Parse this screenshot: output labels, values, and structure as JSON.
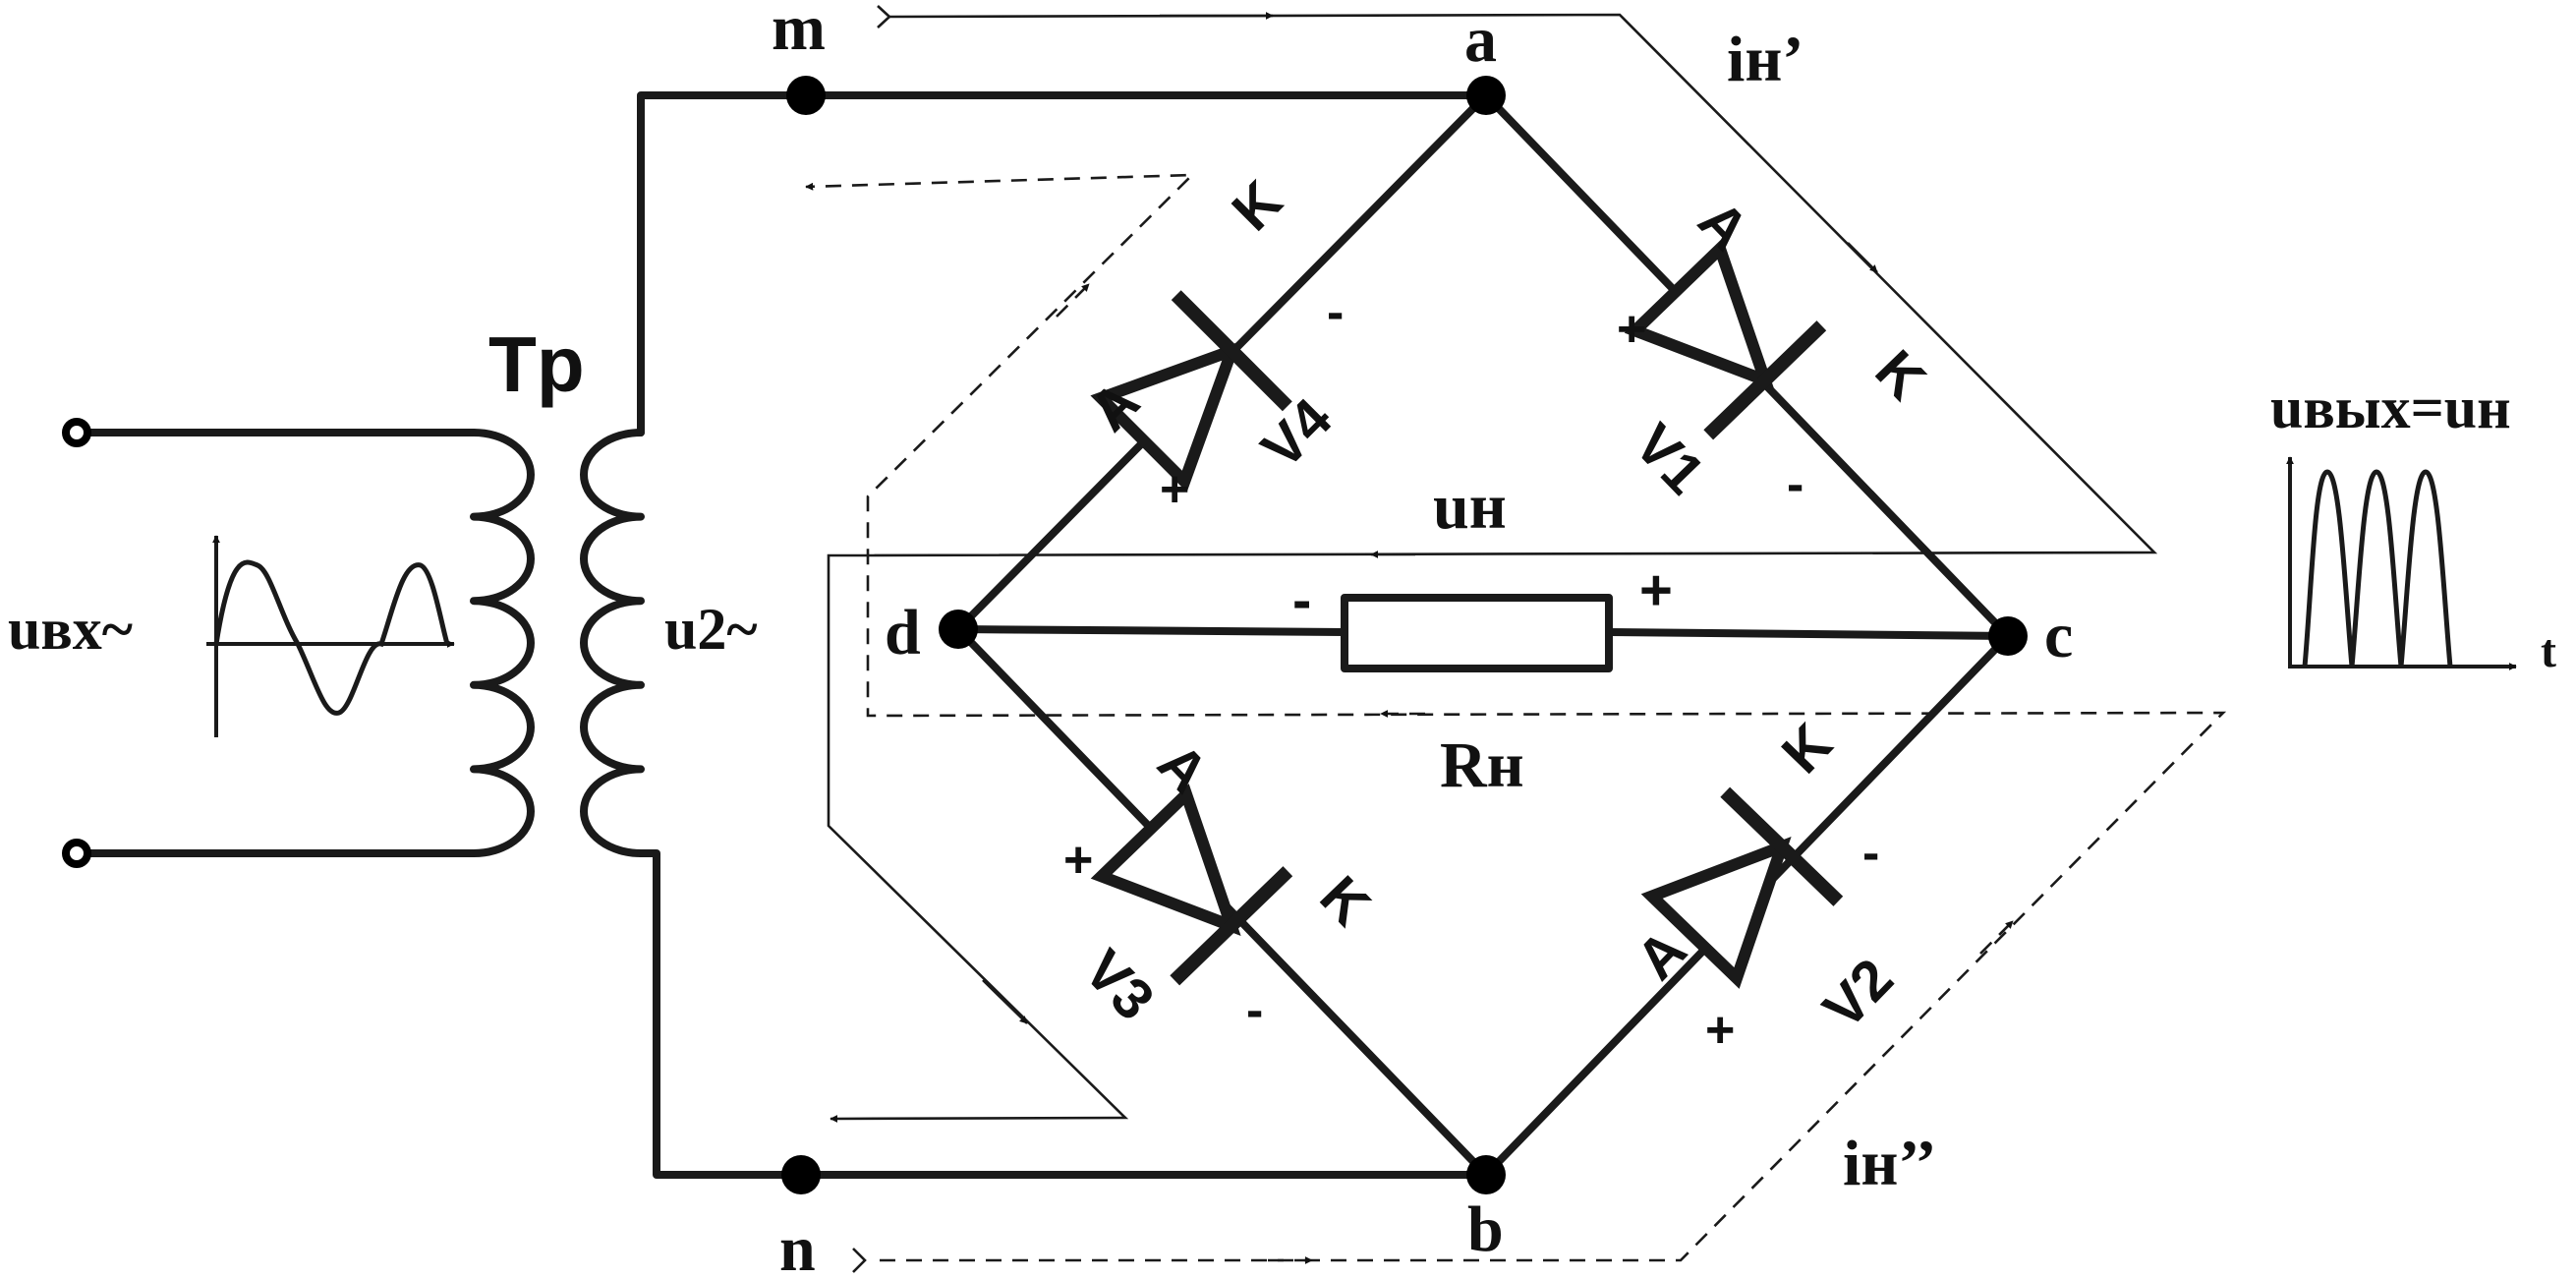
{
  "transformer": {
    "label": "Tp",
    "input_voltage": "uвх~",
    "secondary_voltage": "u2~"
  },
  "nodes": {
    "a": "a",
    "b": "b",
    "c": "c",
    "d": "d",
    "m": "m",
    "n": "n"
  },
  "diodes": [
    {
      "name": "V1",
      "anode": "A",
      "cathode": "K",
      "plus": "+",
      "minus": "-"
    },
    {
      "name": "V2",
      "anode": "A",
      "cathode": "K",
      "plus": "+",
      "minus": "-"
    },
    {
      "name": "V3",
      "anode": "A",
      "cathode": "K",
      "plus": "+",
      "minus": "-"
    },
    {
      "name": "V4",
      "anode": "A",
      "cathode": "K",
      "plus": "+",
      "minus": "-"
    }
  ],
  "load": {
    "label": "Rн",
    "voltage": "uн",
    "plus": "+",
    "minus": "-"
  },
  "currents": {
    "first": "iн’",
    "second": "iн’’"
  },
  "output": {
    "label": "uвых=uн",
    "time_axis": "t"
  }
}
